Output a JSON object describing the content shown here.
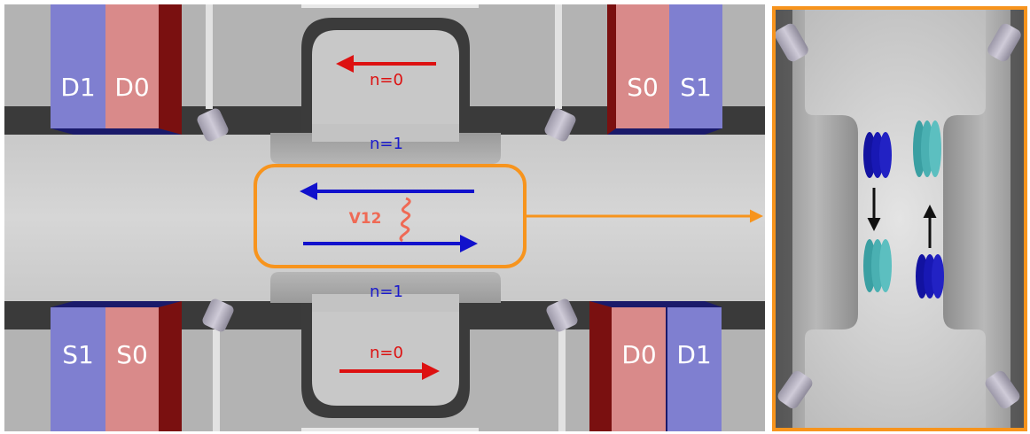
{
  "contacts": {
    "top_left": [
      "D1",
      "D0"
    ],
    "top_right": [
      "S0",
      "S1"
    ],
    "bottom_left": [
      "S1",
      "S0"
    ],
    "bottom_right": [
      "D0",
      "D1"
    ]
  },
  "modes": {
    "top_outer": "n=0",
    "top_inner": "n=1",
    "bottom_inner": "n=1",
    "bottom_outer": "n=0"
  },
  "interaction_label": "V12",
  "colors": {
    "n0_arrow": "#dd1111",
    "n1_arrow": "#1111cc",
    "inner_mode_text": "#1a1acc",
    "outer_mode_text": "#dd1111",
    "interaction": "#ef6a55",
    "highlight": "#f7941d",
    "drain_source_n1": "#7f7fd0",
    "drain_source_n0": "#d98a8a",
    "contact_text": "#ffffff"
  }
}
